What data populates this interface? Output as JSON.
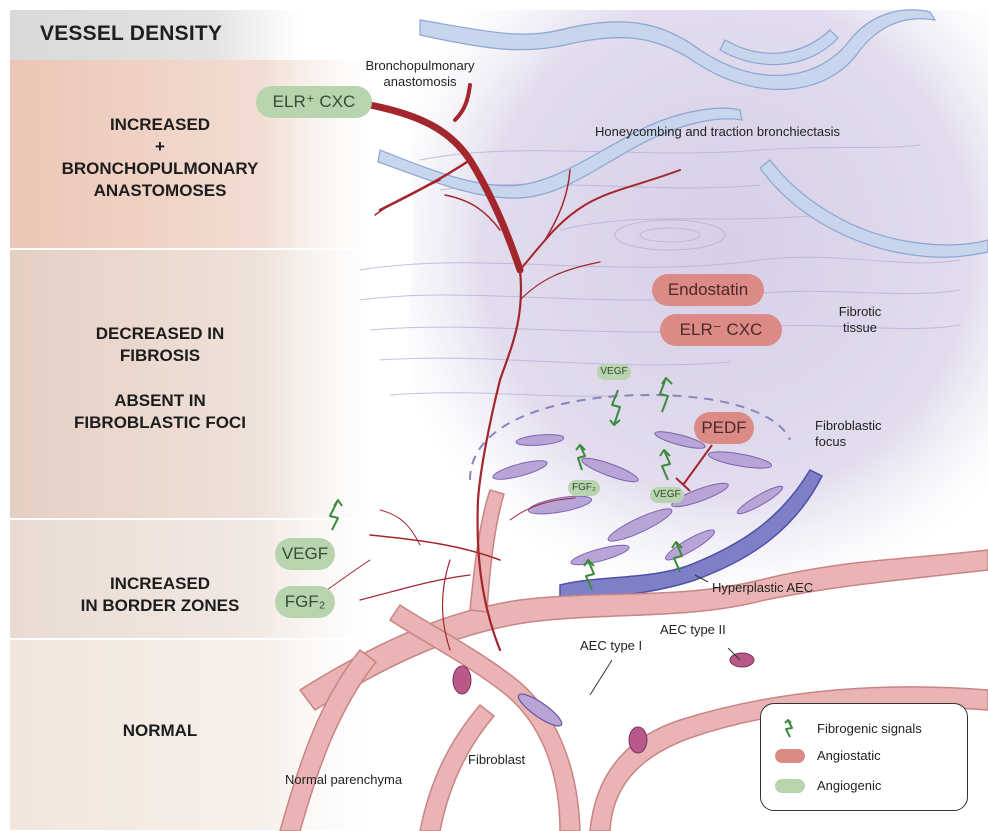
{
  "header": {
    "title": "VESSEL DENSITY"
  },
  "zones": {
    "increased": [
      "INCREASED",
      "+",
      "BRONCHOPULMONARY",
      "ANASTOMOSES"
    ],
    "decreased": [
      "DECREASED IN",
      "FIBROSIS"
    ],
    "absent": [
      "ABSENT IN",
      "FIBROBLASTIC FOCI"
    ],
    "border": [
      "INCREASED",
      "IN BORDER ZONES"
    ],
    "normal": [
      "NORMAL"
    ]
  },
  "mediators": {
    "elr_pos": "ELR⁺ CXC",
    "endostatin": "Endostatin",
    "elr_neg": "ELR⁻ CXC",
    "pedf": "PEDF",
    "vegf": "VEGF",
    "fgf2": "FGF₂",
    "vegf_small": "VEGF",
    "fgf2_small": "FGF₂"
  },
  "annotations": {
    "anastomosis": [
      "Bronchopulmonary",
      "anastomosis"
    ],
    "honeycomb": "Honeycombing and traction bronchiectasis",
    "fibrotic_tissue": [
      "Fibrotic",
      "tissue"
    ],
    "fibroblastic_focus": [
      "Fibroblastic",
      "focus"
    ],
    "hyperplastic_aec": "Hyperplastic AEC",
    "aec_type_ii": "AEC type II",
    "aec_type_i": "AEC type I",
    "fibroblast": "Fibroblast",
    "normal_parenchyma": "Normal parenchyma"
  },
  "legend": {
    "items": [
      {
        "label": "Fibrogenic signals",
        "icon": "lightning-arrow-icon"
      },
      {
        "label": "Angiostatic",
        "color": "#dc8a86"
      },
      {
        "label": "Angiogenic",
        "color": "#b8d4ae"
      }
    ]
  },
  "colors": {
    "vessel": "#a3262d",
    "angiostatic": "#dc8a86",
    "angiogenic": "#b8d4ae",
    "fibrotic_tissue": "#d9d3ea",
    "epithelium": "#5d5fb5",
    "signal": "#3c8a3c"
  }
}
